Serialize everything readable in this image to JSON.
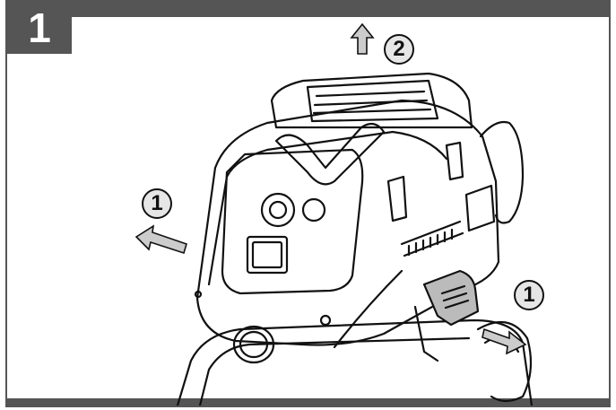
{
  "step": {
    "number": "1"
  },
  "callouts": {
    "left": "1",
    "top": "2",
    "right": "1"
  },
  "colors": {
    "frame": "#555555",
    "arrow_fill": "#cccccc",
    "line": "#111111"
  },
  "icons": [
    "arrow-up-icon",
    "arrow-left-icon",
    "arrow-right-icon"
  ]
}
